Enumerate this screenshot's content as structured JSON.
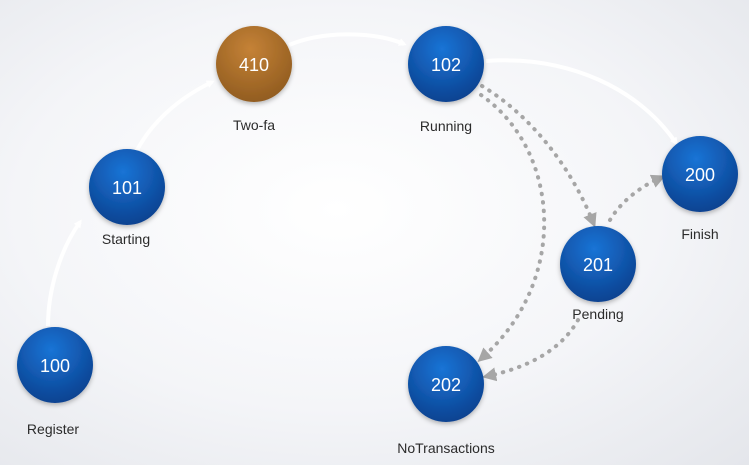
{
  "colors": {
    "node_default": "#0d52a8",
    "node_highlight": "#b0712a",
    "flow_arrow": "#ffffff",
    "dotted_arrow": "#a6a6a6",
    "node_text": "#ffffff"
  },
  "nodes": [
    {
      "id": "register",
      "code": "100",
      "label": "Register",
      "highlight": false
    },
    {
      "id": "starting",
      "code": "101",
      "label": "Starting",
      "highlight": false
    },
    {
      "id": "two-fa",
      "code": "410",
      "label": "Two-fa",
      "highlight": true
    },
    {
      "id": "running",
      "code": "102",
      "label": "Running",
      "highlight": false
    },
    {
      "id": "finish",
      "code": "200",
      "label": "Finish",
      "highlight": false
    },
    {
      "id": "pending",
      "code": "201",
      "label": "Pending",
      "highlight": false
    },
    {
      "id": "notransactions",
      "code": "202",
      "label": "NoTransactions",
      "highlight": false
    }
  ],
  "edges": [
    {
      "from": "register",
      "to": "starting",
      "style": "solid"
    },
    {
      "from": "starting",
      "to": "two-fa",
      "style": "solid"
    },
    {
      "from": "two-fa",
      "to": "running",
      "style": "solid"
    },
    {
      "from": "running",
      "to": "finish",
      "style": "solid"
    },
    {
      "from": "running",
      "to": "pending",
      "style": "dotted"
    },
    {
      "from": "running",
      "to": "notransactions",
      "style": "dotted"
    },
    {
      "from": "pending",
      "to": "finish",
      "style": "dotted"
    },
    {
      "from": "pending",
      "to": "notransactions",
      "style": "dotted"
    }
  ]
}
